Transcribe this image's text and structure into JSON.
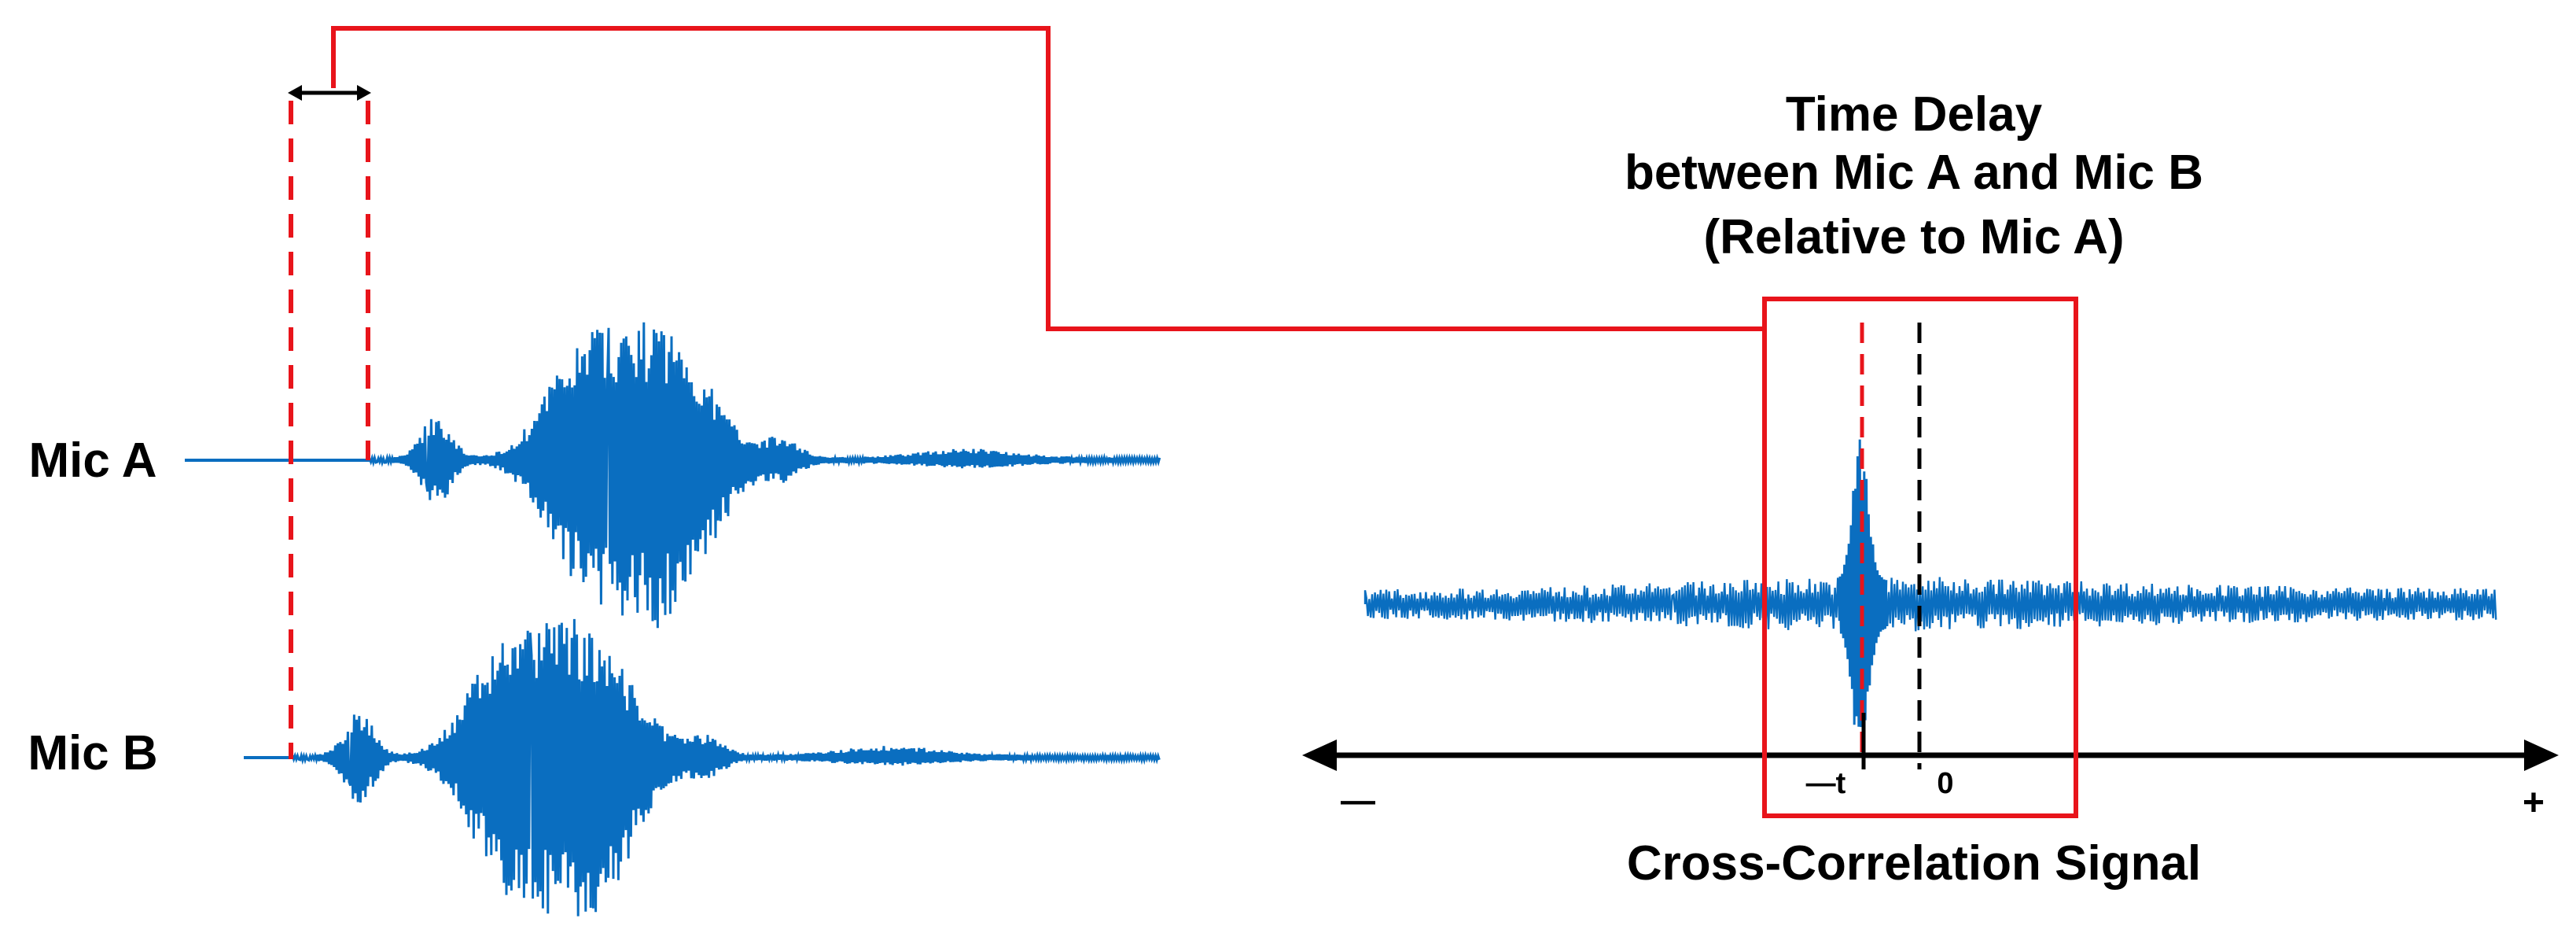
{
  "labels": {
    "mic_a": "Mic A",
    "mic_b": "Mic B"
  },
  "delay_box": {
    "title_lines": [
      "Time Delay",
      "between Mic A and Mic B",
      "(Relative to Mic A)"
    ]
  },
  "axis": {
    "minus_label": "—",
    "plus_label": "+",
    "neg_t_label": "—t",
    "zero_label": "0",
    "caption": "Cross-Correlation Signal"
  },
  "colors": {
    "waveform": "#0a6ec0",
    "highlight": "#e8141b",
    "axis": "#000000"
  }
}
